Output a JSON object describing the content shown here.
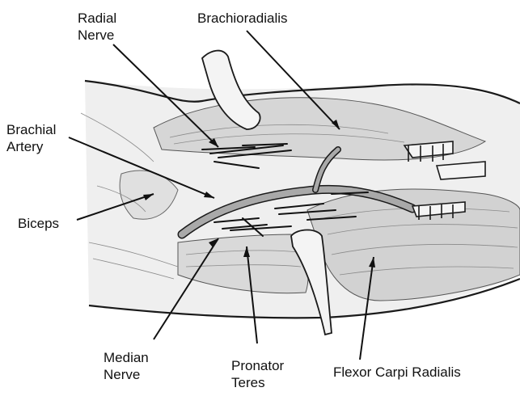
{
  "labels": {
    "radial_nerve": [
      "Radial",
      "Nerve"
    ],
    "brachioradialis": "Brachioradialis",
    "brachial_artery": [
      "Brachial",
      "Artery"
    ],
    "biceps": "Biceps",
    "median_nerve": [
      "Median",
      "Nerve"
    ],
    "pronator_teres": [
      "Pronator",
      "Teres"
    ],
    "flexor_carpi_radialis": "Flexor Carpi Radialis"
  },
  "colors": {
    "muscle": "#d6d6d6",
    "muscle_dark": "#c4c4c4",
    "artery": "#a9a9a9",
    "outline": "#1a1a1a",
    "retractor": "#f4f4f4"
  },
  "style": "grayscale line drawing of anterior forearm dissection"
}
